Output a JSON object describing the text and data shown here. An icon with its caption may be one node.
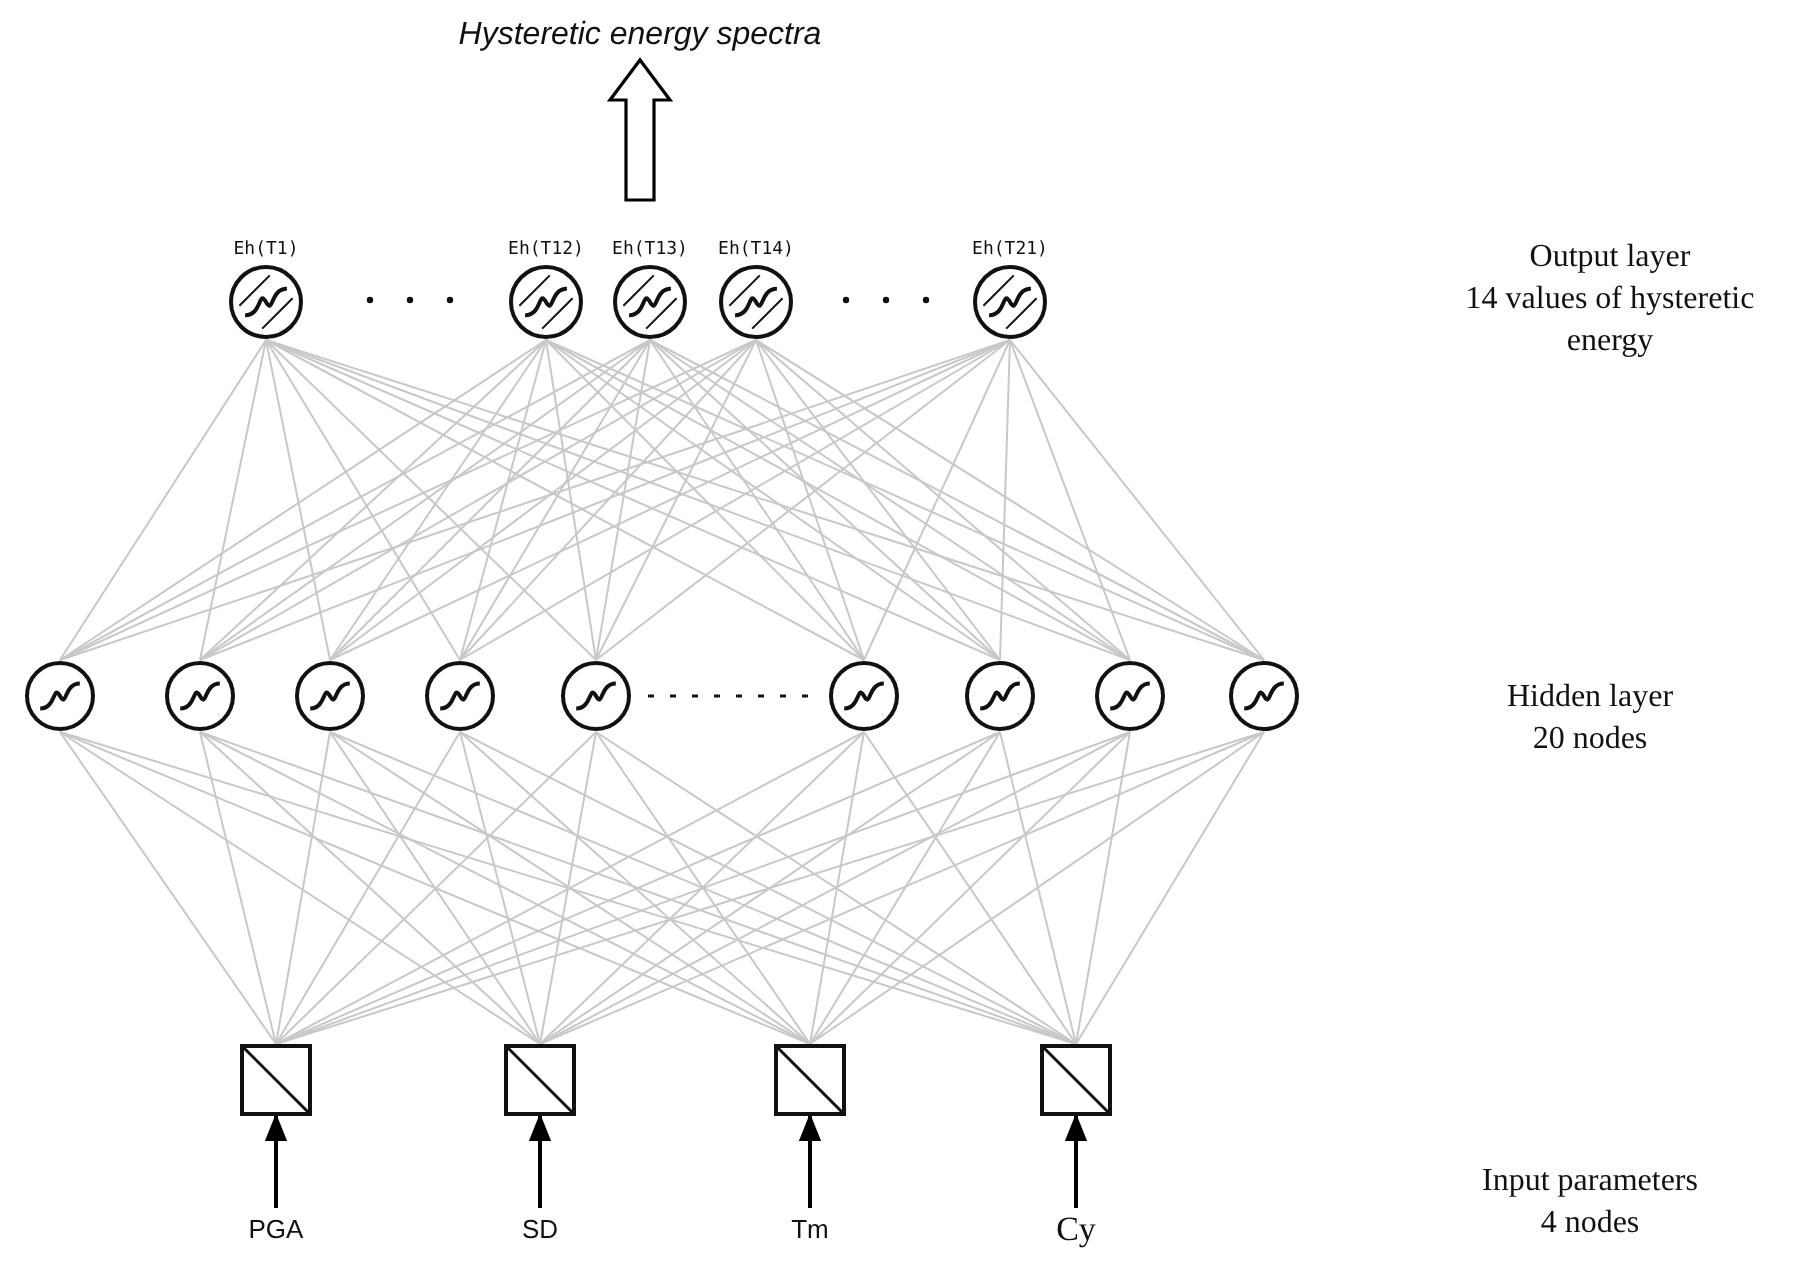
{
  "diagram": {
    "nodes": [
      {
        "text": [
          "Hysteretic energy spectra"
        ]
      },
      {
        "text": [
          "Eh(T1)"
        ]
      },
      {
        "text": [
          "Eh(T12)"
        ]
      },
      {
        "text": [
          "Eh(T13)"
        ]
      },
      {
        "text": [
          "Eh(T14)"
        ]
      },
      {
        "text": [
          "Eh(T21)"
        ]
      },
      {
        "text": [],
        "shape": "circle"
      },
      {
        "text": [],
        "shape": "circle"
      },
      {
        "text": [],
        "shape": "circle"
      },
      {
        "text": [],
        "shape": "circle"
      },
      {
        "text": [],
        "shape": "circle"
      },
      {
        "text": [],
        "shape": "circle"
      },
      {
        "text": [],
        "shape": "circle"
      },
      {
        "text": [],
        "shape": "circle"
      },
      {
        "text": [],
        "shape": "circle"
      },
      {
        "text": [],
        "shape": "box"
      },
      {
        "text": [],
        "shape": "box"
      },
      {
        "text": [],
        "shape": "box"
      },
      {
        "text": [],
        "shape": "box"
      },
      {
        "text": [
          "PGA"
        ]
      },
      {
        "text": [
          "SD"
        ]
      },
      {
        "text": [
          "Tm"
        ]
      },
      {
        "text": [
          "Cy"
        ]
      }
    ],
    "edges": [
      {
        "from": null,
        "to": 0,
        "arrow": "to",
        "style": "thick",
        "color": "#000000"
      },
      {
        "from": 19,
        "to": 15,
        "arrow": "to",
        "color": "#000000"
      },
      {
        "from": 20,
        "to": 16,
        "arrow": "to",
        "color": "#000000"
      },
      {
        "from": 21,
        "to": 17,
        "arrow": "to",
        "color": "#000000"
      },
      {
        "from": 22,
        "to": 18,
        "arrow": "to",
        "color": "#000000"
      },
      {
        "from": 15,
        "to": 6,
        "arrow": "none"
      },
      {
        "from": 15,
        "to": 7,
        "arrow": "none"
      },
      {
        "from": 15,
        "to": 8,
        "arrow": "none"
      },
      {
        "from": 15,
        "to": 9,
        "arrow": "none"
      },
      {
        "from": 15,
        "to": 10,
        "arrow": "none"
      },
      {
        "from": 15,
        "to": 11,
        "arrow": "none"
      },
      {
        "from": 15,
        "to": 12,
        "arrow": "none"
      },
      {
        "from": 15,
        "to": 13,
        "arrow": "none"
      },
      {
        "from": 15,
        "to": 14,
        "arrow": "none"
      },
      {
        "from": 16,
        "to": 6,
        "arrow": "none"
      },
      {
        "from": 16,
        "to": 7,
        "arrow": "none"
      },
      {
        "from": 16,
        "to": 8,
        "arrow": "none"
      },
      {
        "from": 16,
        "to": 9,
        "arrow": "none"
      },
      {
        "from": 16,
        "to": 10,
        "arrow": "none"
      },
      {
        "from": 16,
        "to": 11,
        "arrow": "none"
      },
      {
        "from": 16,
        "to": 12,
        "arrow": "none"
      },
      {
        "from": 16,
        "to": 13,
        "arrow": "none"
      },
      {
        "from": 16,
        "to": 14,
        "arrow": "none"
      },
      {
        "from": 17,
        "to": 6,
        "arrow": "none"
      },
      {
        "from": 17,
        "to": 7,
        "arrow": "none"
      },
      {
        "from": 17,
        "to": 8,
        "arrow": "none"
      },
      {
        "from": 17,
        "to": 9,
        "arrow": "none"
      },
      {
        "from": 17,
        "to": 10,
        "arrow": "none"
      },
      {
        "from": 17,
        "to": 11,
        "arrow": "none"
      },
      {
        "from": 17,
        "to": 12,
        "arrow": "none"
      },
      {
        "from": 17,
        "to": 13,
        "arrow": "none"
      },
      {
        "from": 17,
        "to": 14,
        "arrow": "none"
      },
      {
        "from": 18,
        "to": 6,
        "arrow": "none"
      },
      {
        "from": 18,
        "to": 7,
        "arrow": "none"
      },
      {
        "from": 18,
        "to": 8,
        "arrow": "none"
      },
      {
        "from": 18,
        "to": 9,
        "arrow": "none"
      },
      {
        "from": 18,
        "to": 10,
        "arrow": "none"
      },
      {
        "from": 18,
        "to": 11,
        "arrow": "none"
      },
      {
        "from": 18,
        "to": 12,
        "arrow": "none"
      },
      {
        "from": 18,
        "to": 13,
        "arrow": "none"
      },
      {
        "from": 18,
        "to": 14,
        "arrow": "none"
      },
      {
        "from": 6,
        "to": 1,
        "arrow": "none"
      },
      {
        "from": 6,
        "to": 2,
        "arrow": "none"
      },
      {
        "from": 6,
        "to": 3,
        "arrow": "none"
      },
      {
        "from": 6,
        "to": 4,
        "arrow": "none"
      },
      {
        "from": 6,
        "to": 5,
        "arrow": "none"
      },
      {
        "from": 7,
        "to": 1,
        "arrow": "none"
      },
      {
        "from": 7,
        "to": 2,
        "arrow": "none"
      },
      {
        "from": 7,
        "to": 3,
        "arrow": "none"
      },
      {
        "from": 7,
        "to": 4,
        "arrow": "none"
      },
      {
        "from": 7,
        "to": 5,
        "arrow": "none"
      },
      {
        "from": 8,
        "to": 1,
        "arrow": "none"
      },
      {
        "from": 8,
        "to": 2,
        "arrow": "none"
      },
      {
        "from": 8,
        "to": 3,
        "arrow": "none"
      },
      {
        "from": 8,
        "to": 4,
        "arrow": "none"
      },
      {
        "from": 8,
        "to": 5,
        "arrow": "none"
      },
      {
        "from": 9,
        "to": 1,
        "arrow": "none"
      },
      {
        "from": 9,
        "to": 2,
        "arrow": "none"
      },
      {
        "from": 9,
        "to": 3,
        "arrow": "none"
      },
      {
        "from": 9,
        "to": 4,
        "arrow": "none"
      },
      {
        "from": 9,
        "to": 5,
        "arrow": "none"
      },
      {
        "from": 10,
        "to": 1,
        "arrow": "none"
      },
      {
        "from": 10,
        "to": 2,
        "arrow": "none"
      },
      {
        "from": 10,
        "to": 3,
        "arrow": "none"
      },
      {
        "from": 10,
        "to": 4,
        "arrow": "none"
      },
      {
        "from": 10,
        "to": 5,
        "arrow": "none"
      },
      {
        "from": 11,
        "to": 1,
        "arrow": "none"
      },
      {
        "from": 11,
        "to": 2,
        "arrow": "none"
      },
      {
        "from": 11,
        "to": 3,
        "arrow": "none"
      },
      {
        "from": 11,
        "to": 4,
        "arrow": "none"
      },
      {
        "from": 11,
        "to": 5,
        "arrow": "none"
      },
      {
        "from": 12,
        "to": 1,
        "arrow": "none"
      },
      {
        "from": 12,
        "to": 2,
        "arrow": "none"
      },
      {
        "from": 12,
        "to": 3,
        "arrow": "none"
      },
      {
        "from": 12,
        "to": 4,
        "arrow": "none"
      },
      {
        "from": 12,
        "to": 5,
        "arrow": "none"
      },
      {
        "from": 13,
        "to": 1,
        "arrow": "none"
      },
      {
        "from": 13,
        "to": 2,
        "arrow": "none"
      },
      {
        "from": 13,
        "to": 3,
        "arrow": "none"
      },
      {
        "from": 13,
        "to": 4,
        "arrow": "none"
      },
      {
        "from": 13,
        "to": 5,
        "arrow": "none"
      },
      {
        "from": 14,
        "to": 1,
        "arrow": "none"
      },
      {
        "from": 14,
        "to": 2,
        "arrow": "none"
      },
      {
        "from": 14,
        "to": 3,
        "arrow": "none"
      },
      {
        "from": 14,
        "to": 4,
        "arrow": "none"
      },
      {
        "from": 14,
        "to": 5,
        "arrow": "none"
      }
    ],
    "labels": [
      "Output layer",
      "14 values of hysteretic energy",
      "Hidden layer",
      "20 nodes",
      "Input parameters",
      "4 nodes"
    ]
  }
}
